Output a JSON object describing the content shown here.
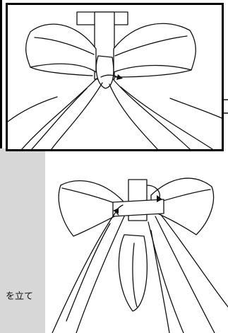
{
  "caption": {
    "text": "を立て"
  },
  "figures": {
    "top": {
      "icon": "bow-knot-step-illustration"
    },
    "bottom": {
      "icon": "bow-wrap-step-illustration"
    }
  }
}
